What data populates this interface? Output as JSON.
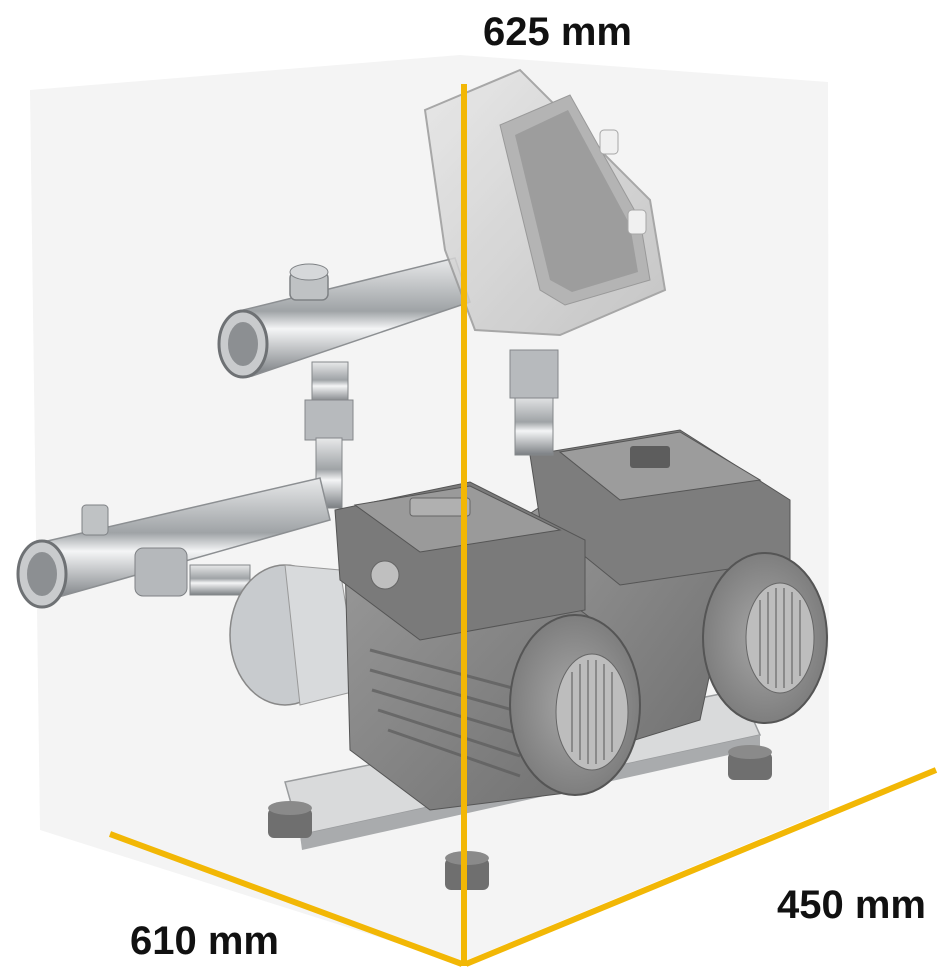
{
  "dimensions": {
    "height": "625 mm",
    "depth": "450 mm",
    "width": "610 mm"
  },
  "colors": {
    "dimension_line": "#F2B705",
    "background": "#FFFFFF",
    "housing": "#8A8A8A",
    "steel": "#B9BCBF",
    "bounding_box_shade": "#F2F2F2"
  },
  "illustration": {
    "subject": "twin-pump-booster-set",
    "parts": [
      "control-box-icon",
      "pump-motor-icon",
      "manifold-pipe-icon",
      "base-frame-icon"
    ]
  }
}
